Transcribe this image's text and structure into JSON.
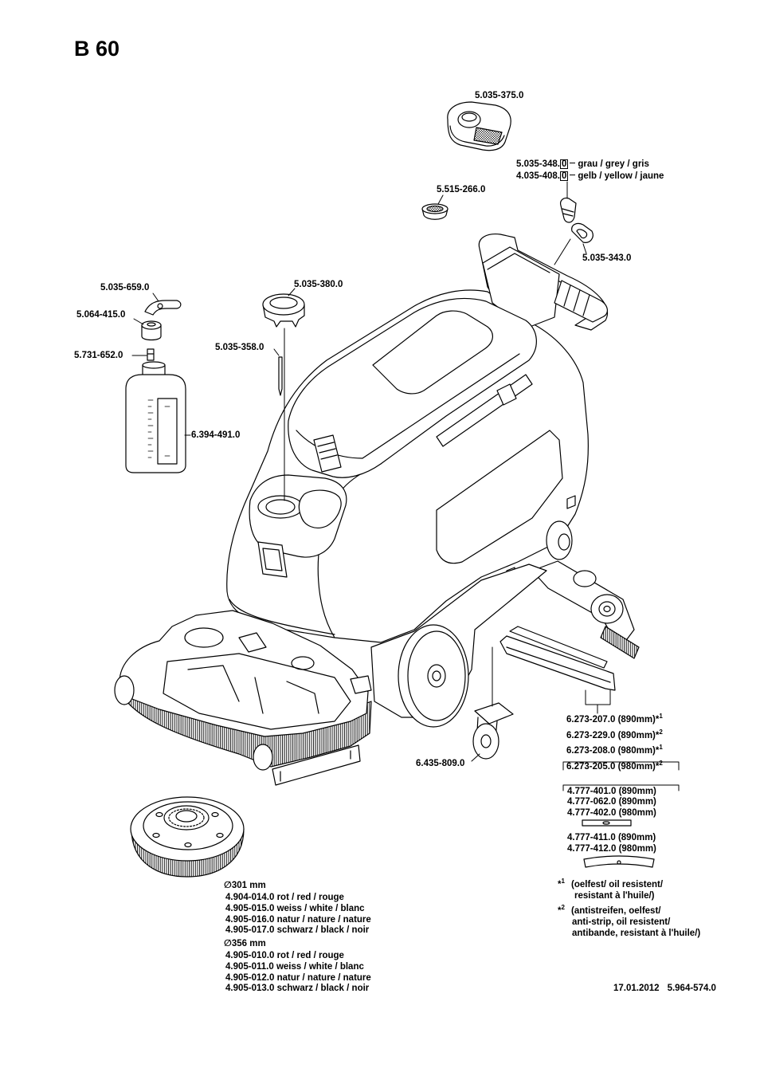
{
  "title": "B 60",
  "callouts": {
    "filter_basket": "5.035-375.0",
    "switch_grey": {
      "part_base": "5.035-348.",
      "part_boxed": "0",
      "desc": "grau / grey / gris"
    },
    "switch_yellow": {
      "part_base": "4.035-408.",
      "part_boxed": "0",
      "desc": "gelb / yellow / jaune"
    },
    "sieve_cup": "5.515-266.0",
    "key_holder": "5.035-343.0",
    "strap": "5.035-659.0",
    "tank_cap": "5.035-380.0",
    "bottle_cap": "5.064-415.0",
    "level_rod": "5.035-358.0",
    "nozzle": "5.731-652.0",
    "bottle": "6.394-491.0",
    "caster": "6.435-809.0"
  },
  "squeegee_blades": [
    {
      "part": "6.273-207.0 (890mm)",
      "marker": "*",
      "note": "1"
    },
    {
      "part": "6.273-229.0 (890mm)",
      "marker": "*",
      "note": "2"
    },
    {
      "part": "6.273-208.0 (980mm)",
      "marker": "*",
      "note": "1"
    },
    {
      "part": "6.273-205.0 (980mm)",
      "marker": "*",
      "note": "2"
    }
  ],
  "blade_strips": [
    "4.777-401.0 (890mm)",
    "4.777-062.0 (890mm)",
    "4.777-402.0 (980mm)"
  ],
  "curved_strips": [
    "4.777-411.0 (890mm)",
    "4.777-412.0 (980mm)"
  ],
  "brushes": [
    {
      "diameter": "∅301 mm",
      "items": [
        "4.904-014.0 rot / red / rouge",
        "4.905-015.0 weiss / white / blanc",
        "4.905-016.0 natur / nature / nature",
        "4.905-017.0 schwarz / black / noir"
      ]
    },
    {
      "diameter": "∅356 mm",
      "items": [
        "4.905-010.0 rot / red / rouge",
        "4.905-011.0 weiss / white / blanc",
        "4.905-012.0 natur / nature / nature",
        "4.905-013.0 schwarz / black / noir"
      ]
    }
  ],
  "notes": [
    {
      "marker": "*",
      "sup": "1",
      "lines": [
        "(oelfest/ oil resistent/",
        "resistant à l'huile/)"
      ]
    },
    {
      "marker": "*",
      "sup": "2",
      "lines": [
        "(antistreifen, oelfest/",
        "anti-strip, oil resistent/",
        "antibande, resistant à l'huile/)"
      ]
    }
  ],
  "footer": {
    "date": "17.01.2012",
    "doc_number": "5.964-574.0"
  }
}
